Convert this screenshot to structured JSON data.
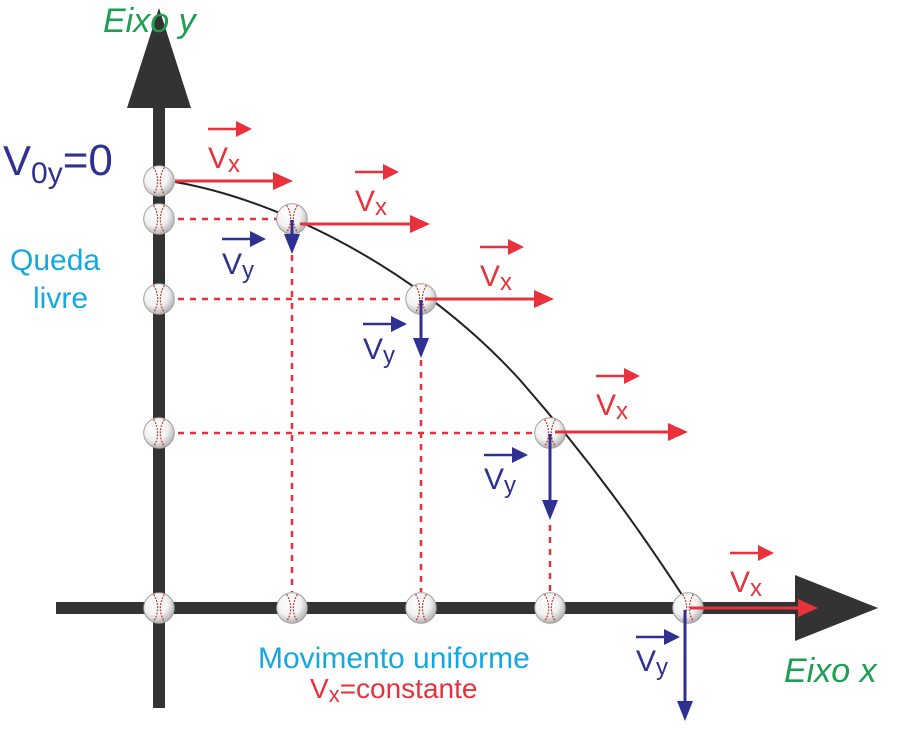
{
  "axes": {
    "y_label": "Eixo y",
    "x_label": "Eixo x"
  },
  "initial": {
    "v_symbol": "V",
    "v_sub": "0y",
    "v_value": "=0"
  },
  "free_fall": {
    "line1": "Queda",
    "line2": "livre"
  },
  "uniform": {
    "title": "Movimento uniforme",
    "vx_symbol": "V",
    "vx_sub": "x",
    "vx_rest": "=constante"
  },
  "vector_labels": {
    "vx": "Vx",
    "vx_main": "V",
    "vx_sub": "x",
    "vy_main": "V",
    "vy_sub": "y"
  },
  "colors": {
    "axis": "#333333",
    "red": "#e8313b",
    "blue": "#2e3192",
    "cyan": "#15a8e0",
    "green": "#1d9e52",
    "navy": "#2e3192"
  },
  "ball_icon": "baseball-icon"
}
